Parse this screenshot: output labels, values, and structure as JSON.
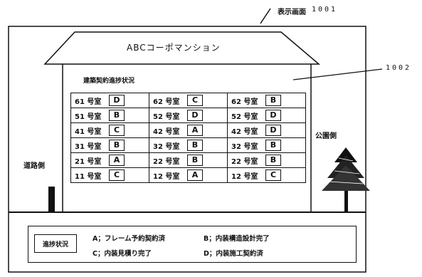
{
  "labels": {
    "display_screen": "表示画面",
    "display_screen_ref": "1001",
    "building_name": "ABCコーポマンション",
    "table_heading": "建築契約進捗状況",
    "table_ref": "1002",
    "road_side": "道路側",
    "park_side": "公園側"
  },
  "units": [
    [
      {
        "room": "61 号室",
        "status": "D"
      },
      {
        "room": "62 号室",
        "status": "C"
      },
      {
        "room": "62 号室",
        "status": "B"
      }
    ],
    [
      {
        "room": "51 号室",
        "status": "B"
      },
      {
        "room": "52 号室",
        "status": "D"
      },
      {
        "room": "52 号室",
        "status": "D"
      }
    ],
    [
      {
        "room": "41 号室",
        "status": "C"
      },
      {
        "room": "42 号室",
        "status": "A"
      },
      {
        "room": "42 号室",
        "status": "D"
      }
    ],
    [
      {
        "room": "31 号室",
        "status": "B"
      },
      {
        "room": "32 号室",
        "status": "B"
      },
      {
        "room": "32 号室",
        "status": "B"
      }
    ],
    [
      {
        "room": "21 号室",
        "status": "A"
      },
      {
        "room": "22 号室",
        "status": "B"
      },
      {
        "room": "22 号室",
        "status": "B"
      }
    ],
    [
      {
        "room": "11 号室",
        "status": "C"
      },
      {
        "room": "12 号室",
        "status": "A"
      },
      {
        "room": "12 号室",
        "status": "C"
      }
    ]
  ],
  "legend": {
    "title": "進捗状況",
    "items": [
      "A；フレーム予約契約済",
      "B；内装構造設計完了",
      "C；内装見積り完了",
      "D；内装施工契約済"
    ]
  }
}
